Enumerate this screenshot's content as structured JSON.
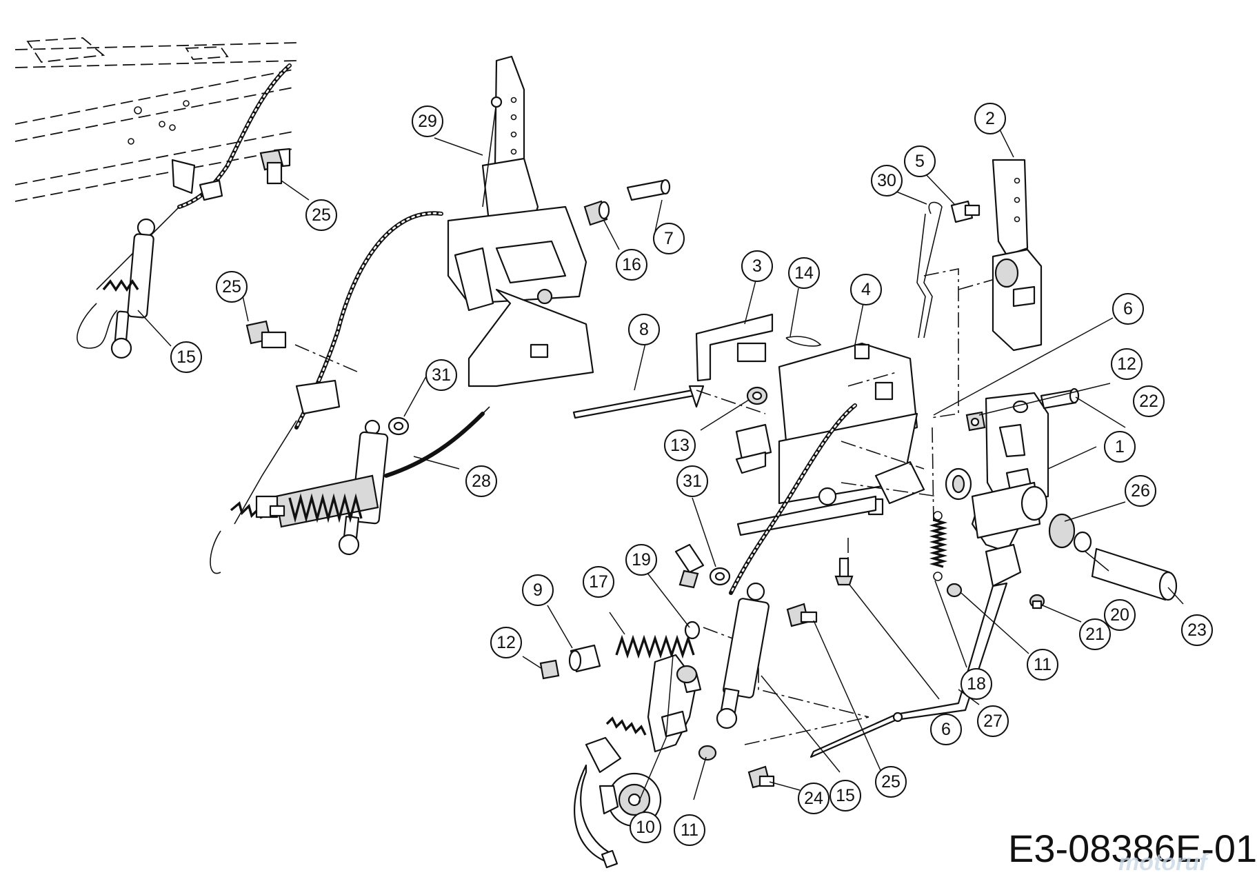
{
  "drawing_code": "E3-08386E-01",
  "watermark": "motoruf",
  "callouts": [
    "15",
    "25",
    "29",
    "16",
    "7",
    "25",
    "31",
    "28",
    "8",
    "3",
    "14",
    "4",
    "13",
    "31",
    "30",
    "5",
    "2",
    "6",
    "12",
    "22",
    "1",
    "26",
    "20",
    "23",
    "21",
    "11",
    "18",
    "6",
    "27",
    "9",
    "17",
    "19",
    "12",
    "10",
    "11",
    "24",
    "15",
    "25"
  ]
}
